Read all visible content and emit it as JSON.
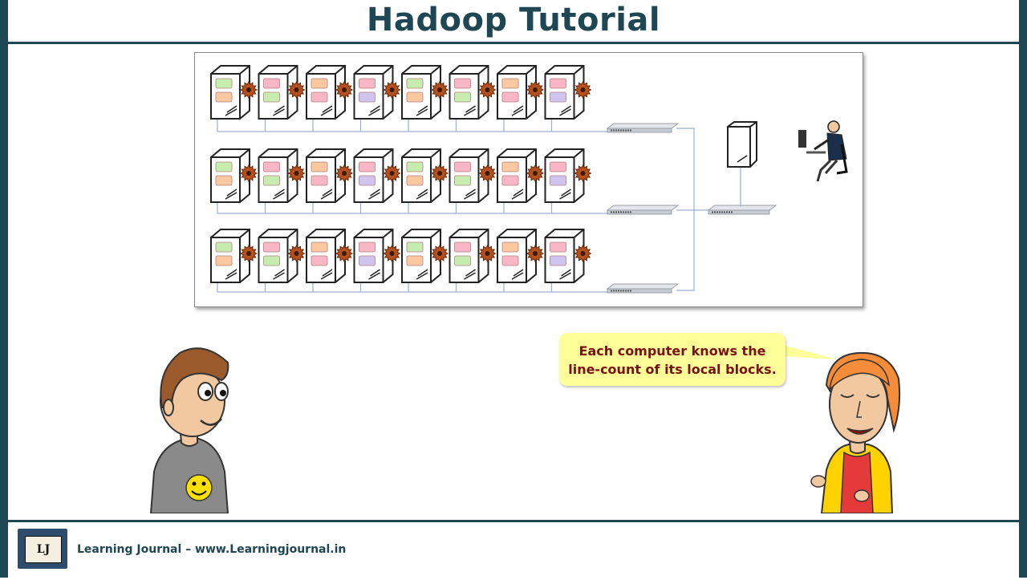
{
  "header": {
    "title": "Hadoop Tutorial"
  },
  "speech_bubble": {
    "line1": "Each computer knows the",
    "line2": "line-count of its local blocks."
  },
  "footer": {
    "logo_text": "LJ",
    "text": "Learning Journal – www.Learningjournal.in"
  },
  "diagram": {
    "rows": 3,
    "computers_per_row": 8,
    "block_colors": {
      "green": "#c6ecb0",
      "orange": "#fcc8a0",
      "pink": "#f8b6c6",
      "purple": "#cfc4f0"
    },
    "block_pattern": [
      [
        "green",
        "orange"
      ],
      [
        "pink",
        "green"
      ],
      [
        "orange",
        "pink"
      ],
      [
        "pink",
        "purple"
      ],
      [
        "green",
        "orange"
      ],
      [
        "pink",
        "green"
      ],
      [
        "orange",
        "pink"
      ],
      [
        "pink",
        "purple"
      ]
    ],
    "gear_color": "#b5501f"
  },
  "colors": {
    "frame": "#1f4653",
    "bubble_fill": "#ffff99",
    "bubble_text": "#7a1010",
    "network_line": "#9ab0cc"
  }
}
